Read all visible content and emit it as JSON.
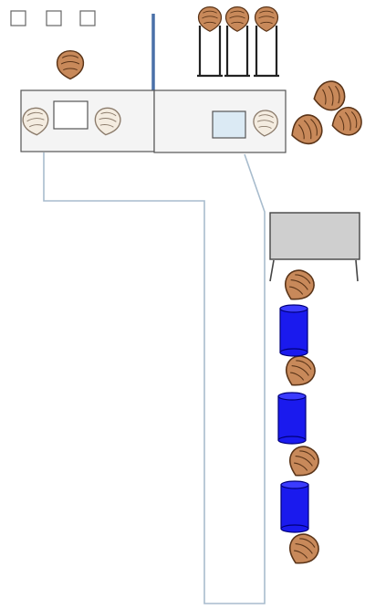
{
  "colors": {
    "background": "#ffffff",
    "oyster_fill": "#c8895a",
    "oyster_stroke": "#5a3418",
    "oyster_shucked_fill": "#f4ece0",
    "oyster_shucked_stroke": "#8a7a6a",
    "table_fill": "#f4f4f4",
    "table_stroke": "#555555",
    "cart_fill": "#cfcfcf",
    "cart_stroke": "#444444",
    "line_color": "#a8bccd",
    "divider_color": "#4a70a8",
    "barrel_fill": "#1a1aee",
    "barrel_stroke": "#00007a",
    "tray_fill": "#dbeaf4",
    "rack_color": "#222222"
  },
  "icons": {
    "small_square": "square-outline-icon",
    "oyster": "oyster-icon",
    "oyster_open": "opened-oyster-icon",
    "barrel": "blue-barrel-icon",
    "rack": "tall-rack-icon",
    "cart": "grey-cart-icon"
  },
  "counts": {
    "small_squares": 3,
    "racked_oysters": 3,
    "pile_oysters": 3,
    "queue_oysters": 4,
    "barrels": 3
  }
}
